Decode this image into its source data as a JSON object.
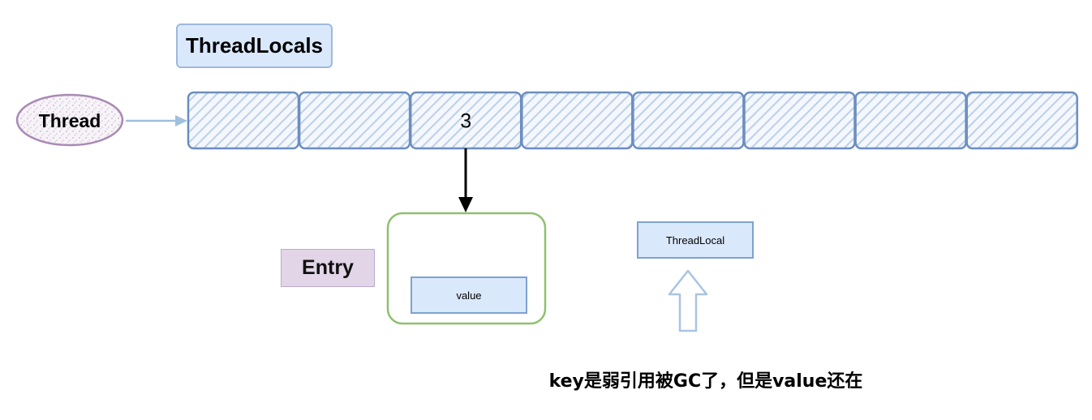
{
  "diagram": {
    "title": "ThreadLocals",
    "thread_label": "Thread",
    "slots": [
      "",
      "",
      "3",
      "",
      "",
      "",
      "",
      ""
    ],
    "entry_label": "Entry",
    "value_label": "value",
    "threadlocal_label": "ThreadLocal",
    "caption": "key是弱引用被GC了，但是value还在"
  }
}
